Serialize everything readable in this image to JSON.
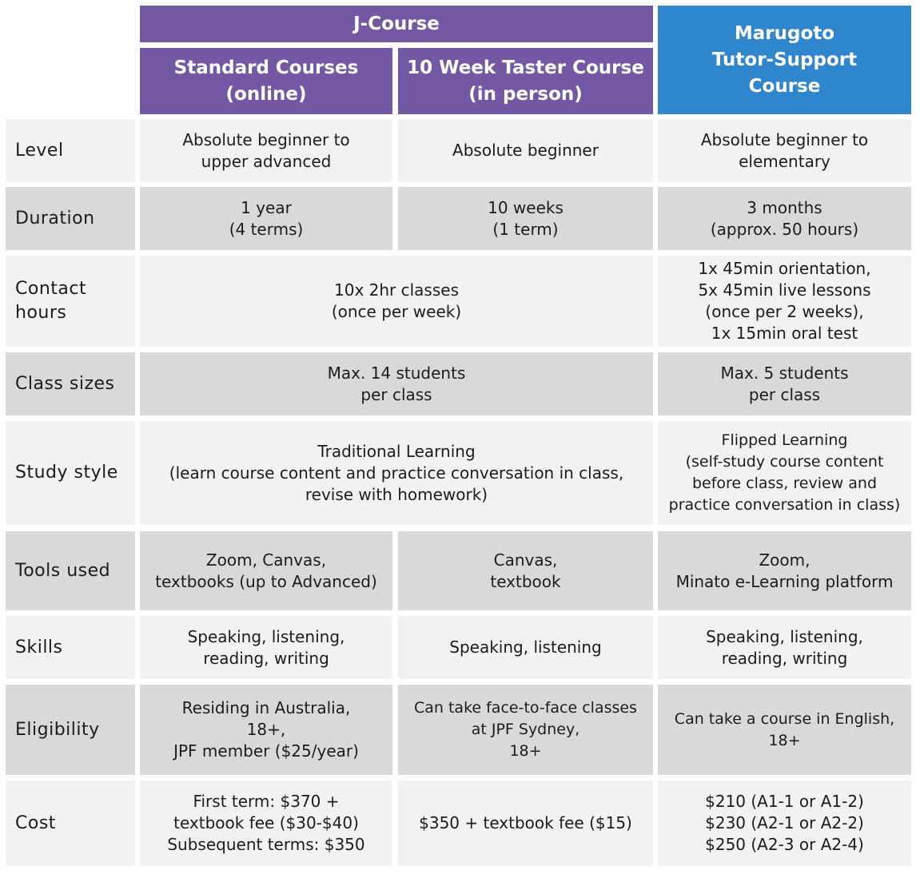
{
  "header": {
    "group_title": "J-Course",
    "col1": "Standard Courses\n(online)",
    "col2": "10 Week Taster Course\n(in person)",
    "col3": "Marugoto\nTutor-Support\nCourse"
  },
  "rows": [
    {
      "label": "Level",
      "c1": "Absolute beginner to\nupper advanced",
      "c2": "Absolute beginner",
      "c3": "Absolute beginner to\nelementary"
    },
    {
      "label": "Duration",
      "c1": "1 year\n(4 terms)",
      "c2": "10 weeks\n(1 term)",
      "c3": "3 months\n(approx. 50 hours)"
    },
    {
      "label": "Contact\nhours",
      "c12": "10x 2hr classes\n(once per week)",
      "c3": "1x 45min orientation,\n5x 45min live lessons\n(once per 2 weeks),\n1x 15min oral test"
    },
    {
      "label": "Class sizes",
      "c12": "Max. 14 students\nper class",
      "c3": "Max. 5 students\nper class"
    },
    {
      "label": "Study style",
      "c12": "Traditional Learning\n(learn course content and practice conversation in class,\nrevise with homework)",
      "c3": "Flipped Learning\n(self-study course content\nbefore class, review and\npractice conversation in class)"
    },
    {
      "label": "Tools used",
      "c1": "Zoom, Canvas,\ntextbooks (up to Advanced)",
      "c2": "Canvas,\ntextbook",
      "c3": "Zoom,\nMinato e-Learning platform"
    },
    {
      "label": "Skills",
      "c1": "Speaking, listening,\nreading, writing",
      "c2": "Speaking, listening",
      "c3": "Speaking, listening,\nreading, writing"
    },
    {
      "label": "Eligibility",
      "c1": "Residing in Australia,\n18+,\nJPF member ($25/year)",
      "c2": "Can take face-to-face classes\nat JPF Sydney,\n18+",
      "c3": "Can take a course in English,\n18+"
    },
    {
      "label": "Cost",
      "c1": "First term: $370 +\ntextbook fee ($30-$40)\nSubsequent terms: $350",
      "c2": "$350 + textbook fee ($15)",
      "c3": "$210 (A1-1 or A1-2)\n$230 (A2-1 or A2-2)\n$250 (A2-3 or A2-4)"
    }
  ]
}
